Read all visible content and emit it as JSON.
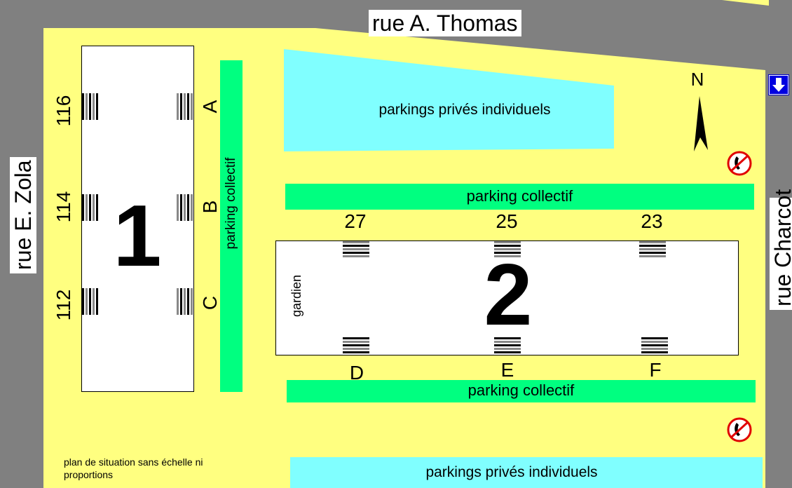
{
  "streets": {
    "north": "rue A. Thomas",
    "west": "rue E. Zola",
    "east": "rue Charcot"
  },
  "buildings": {
    "b1": {
      "number": "1",
      "addresses": [
        "116",
        "114",
        "112"
      ],
      "entrances": [
        "A",
        "B",
        "C"
      ]
    },
    "b2": {
      "number": "2",
      "addresses": [
        "27",
        "25",
        "23"
      ],
      "entrances": [
        "D",
        "E",
        "F"
      ],
      "gardien": "gardien"
    }
  },
  "parking": {
    "private_label": "parkings privés individuels",
    "collective_label": "parking collectif"
  },
  "compass": {
    "label": "N"
  },
  "note": "plan de situation sans échelle ni proportions",
  "colors": {
    "road": "#808080",
    "ground": "#ffff80",
    "private_parking": "#80ffff",
    "collective_parking": "#00ff80",
    "building": "#ffffff"
  }
}
